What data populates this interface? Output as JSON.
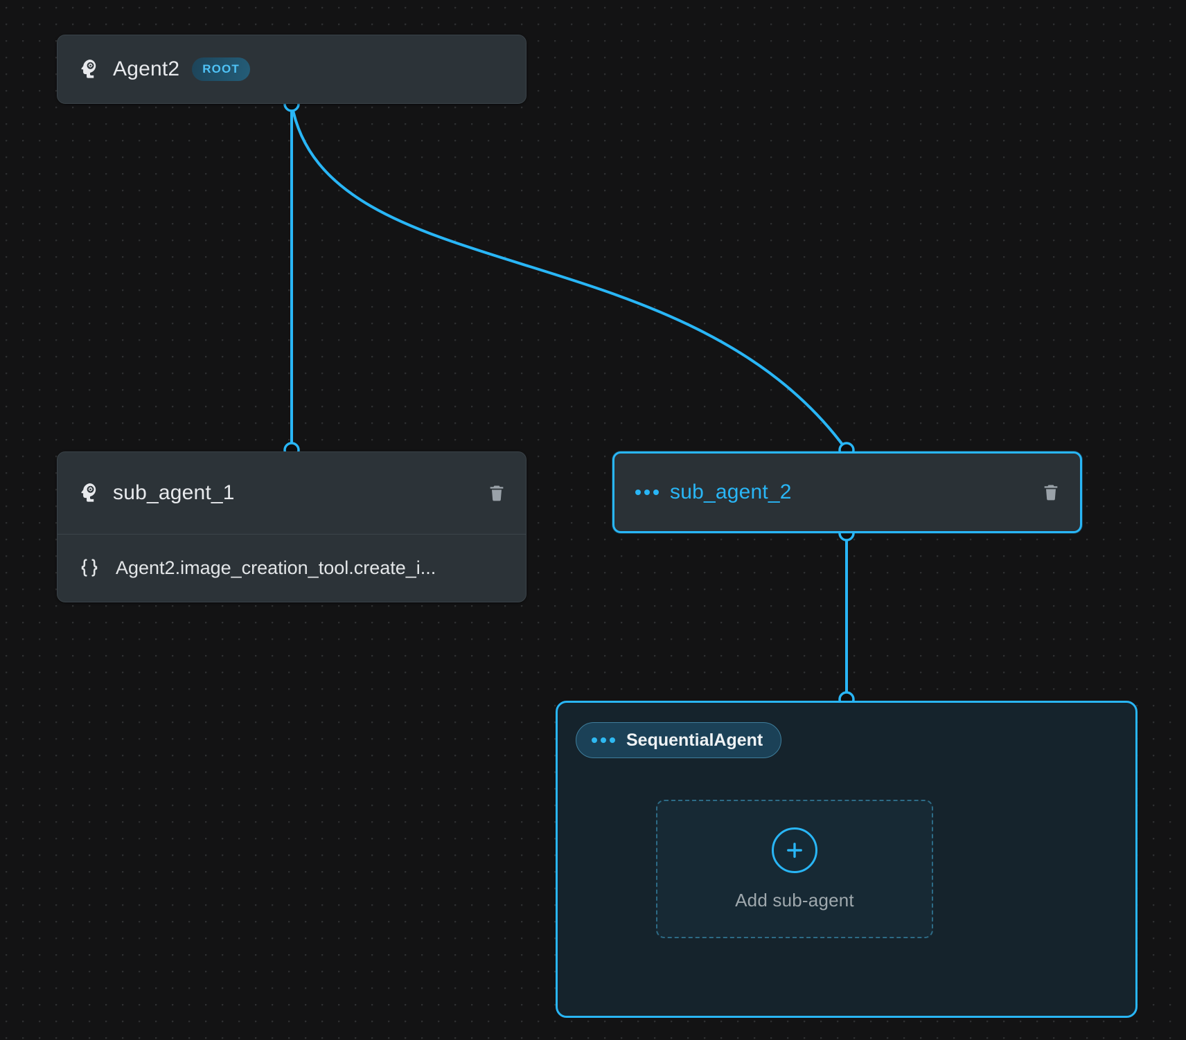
{
  "canvas": {
    "background_color": "#131314",
    "dot_color": "#3a3d40",
    "accent_color": "#29b6f6"
  },
  "nodes": {
    "root": {
      "title": "Agent2",
      "badge": "ROOT",
      "icon": "brain-head-gear-icon"
    },
    "sub_agent_1": {
      "title": "sub_agent_1",
      "icon": "brain-head-gear-icon",
      "delete_label": "trash-icon",
      "tool": {
        "icon": "curly-braces-icon",
        "label": "Agent2.image_creation_tool.create_i..."
      }
    },
    "sub_agent_2": {
      "title": "sub_agent_2",
      "icon": "three-dots-icon",
      "delete_label": "trash-icon",
      "selected": true
    },
    "sequential_agent": {
      "pill_label": "SequentialAgent",
      "pill_icon": "three-dots-icon",
      "dropzone": {
        "plus_icon": "plus-icon",
        "label": "Add sub-agent"
      }
    }
  },
  "edges": [
    {
      "from": "root",
      "to": "sub_agent_1"
    },
    {
      "from": "root",
      "to": "sub_agent_2"
    },
    {
      "from": "sub_agent_2",
      "to": "sequential_agent"
    }
  ]
}
